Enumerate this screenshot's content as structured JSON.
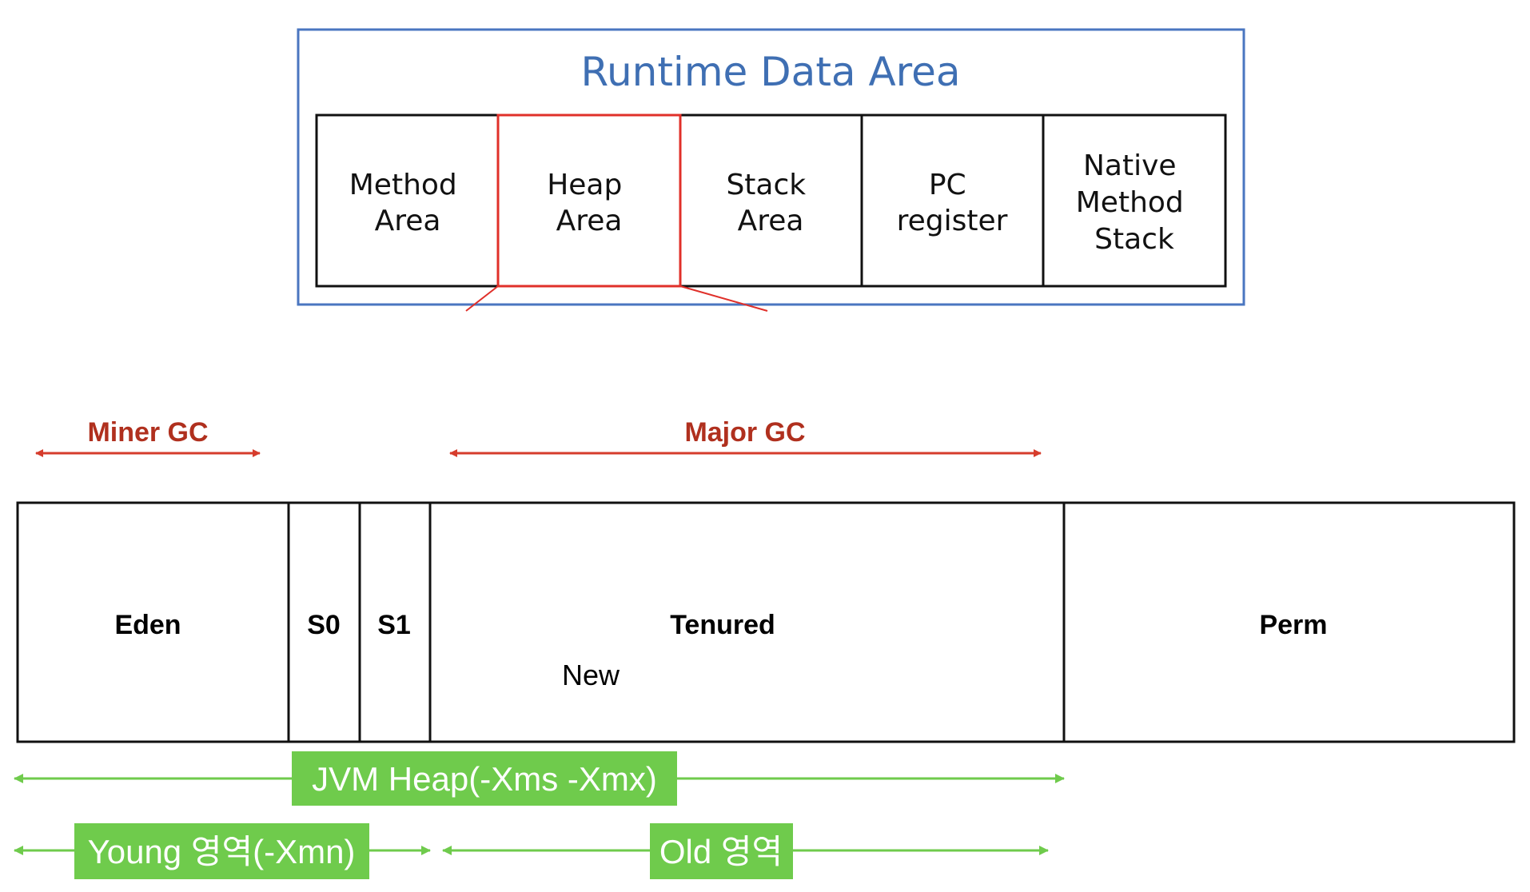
{
  "runtime": {
    "title": "Runtime Data Area",
    "cells": [
      {
        "lines": [
          "Method",
          "Area"
        ]
      },
      {
        "lines": [
          "Heap",
          "Area"
        ]
      },
      {
        "lines": [
          "Stack",
          "Area"
        ]
      },
      {
        "lines": [
          "PC",
          "register"
        ]
      },
      {
        "lines": [
          "Native",
          "Method",
          "Stack"
        ]
      }
    ]
  },
  "gc": {
    "minor": "Miner GC",
    "major": "Major GC"
  },
  "heap": {
    "eden": "Eden",
    "s0": "S0",
    "s1": "S1",
    "tenured": "Tenured",
    "perm": "Perm",
    "new": "New"
  },
  "ranges": {
    "jvm_heap": "JVM Heap(-Xms -Xmx)",
    "young": "Young 영역(-Xmn)",
    "old": "Old 영역"
  },
  "colors": {
    "runtime_border": "#4a76c0",
    "highlight": "#e0302a",
    "gc_arrow": "#d63c2c",
    "range_green": "#6fcb4c"
  }
}
